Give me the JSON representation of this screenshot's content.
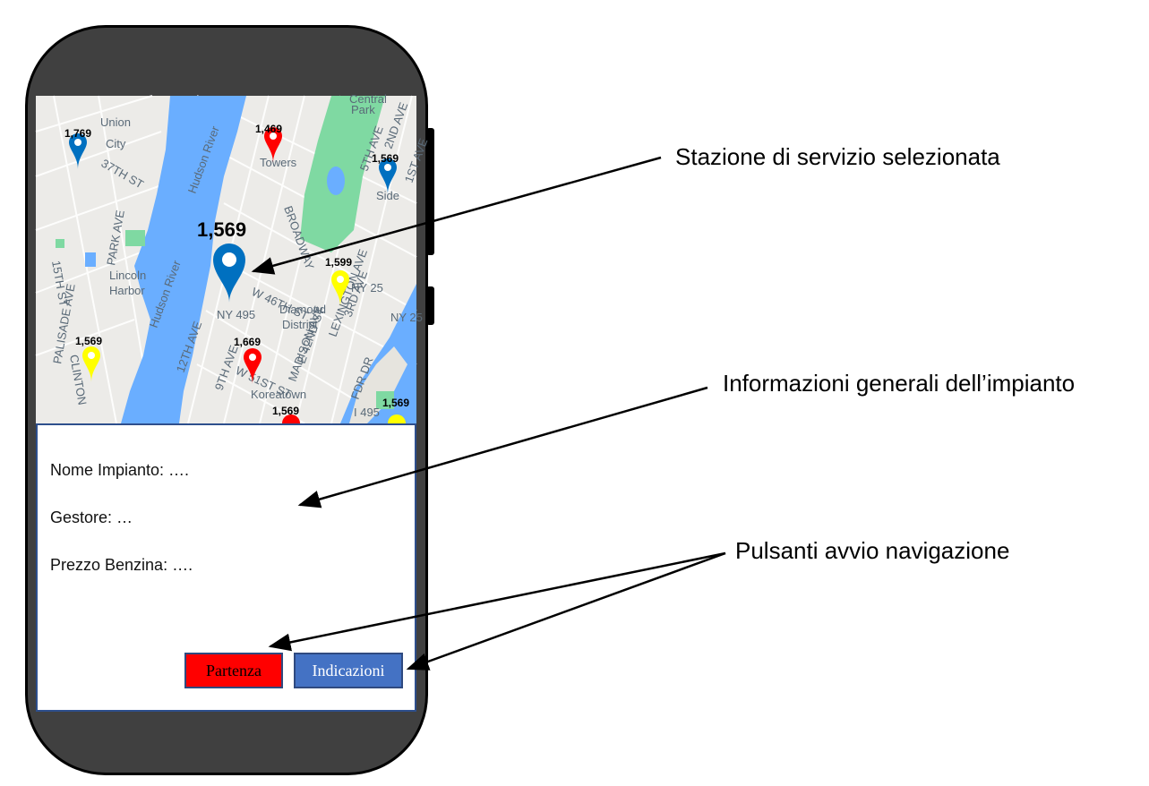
{
  "map": {
    "place_labels": [
      "Union",
      "City",
      "Lincoln",
      "Harbor",
      "Diamond",
      "District",
      "Koreatown",
      "Towers",
      "Side",
      "Central",
      "Park"
    ],
    "road_labels": [
      "Hudson River",
      "Hudson River",
      "NY 495",
      "NY 25",
      "NY 25",
      "I 495",
      "12TH AVE",
      "9TH AVE",
      "MADISON AVE",
      "LEXINGTON AVE",
      "3RD AVE",
      "2ND AVE",
      "1ST AVE",
      "5TH AVE",
      "BROADWAY",
      "PALISADE AVE",
      "PARK AVE",
      "15TH ST",
      "37TH ST",
      "CLINTON",
      "W 46TH ST",
      "W 51ST ST",
      "E 42ND ST",
      "FDR DR"
    ],
    "selected_price": "1,569",
    "markers": [
      {
        "price": "1,769",
        "color": "#0070c0"
      },
      {
        "price": "1,469",
        "color": "#ff0000"
      },
      {
        "price": "1,569",
        "color": "#0070c0"
      },
      {
        "price": "1,599",
        "color": "#ffff00"
      },
      {
        "price": "1,569",
        "color": "#ffff00"
      },
      {
        "price": "1,669",
        "color": "#ff0000"
      },
      {
        "price": "1,569",
        "color": "#ff0000"
      },
      {
        "price": "1,569",
        "color": "#ffff00"
      }
    ]
  },
  "info": {
    "name": "Nome Impianto: ….",
    "manager": "Gestore: …",
    "price": "Prezzo Benzina: …."
  },
  "buttons": {
    "start": "Partenza",
    "directions": "Indicazioni"
  },
  "callouts": {
    "selected_station": "Stazione di servizio selezionata",
    "general_info": "Informazioni generali dell’impianto",
    "nav_buttons": "Pulsanti avvio navigazione"
  },
  "colors": {
    "phone_body": "#404040",
    "water": "#6aaeff",
    "park": "#7fd9a2",
    "start_button": "#ff0000",
    "directions_button": "#4472c4"
  }
}
